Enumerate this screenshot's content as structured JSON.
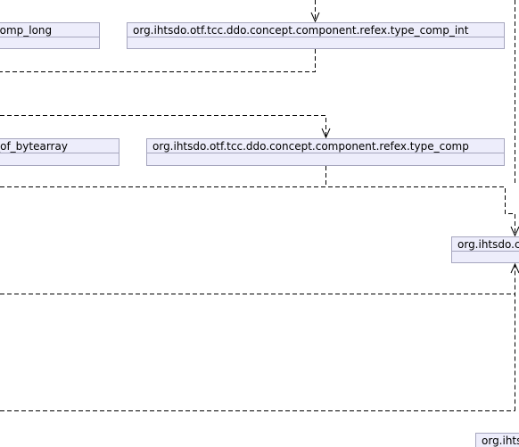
{
  "nodes": [
    {
      "id": "comp-long",
      "label": "_comp_long"
    },
    {
      "id": "type-comp-int",
      "label": "org.ihtsdo.otf.tcc.ddo.concept.component.refex.type_comp_int"
    },
    {
      "id": "bytearray",
      "label": "y_of_bytearray"
    },
    {
      "id": "type-comp",
      "label": "org.ihtsdo.otf.tcc.ddo.concept.component.refex.type_comp"
    },
    {
      "id": "ihtsdo-c",
      "label": "org.ihtsdo.c"
    },
    {
      "id": "ihts-bottom",
      "label": "org.ihts"
    }
  ],
  "colors": {
    "node_fill": "#ededfb",
    "node_border": "#a6a6be",
    "edge": "#000000"
  },
  "edge_style": "dashed",
  "arrowhead": "open"
}
